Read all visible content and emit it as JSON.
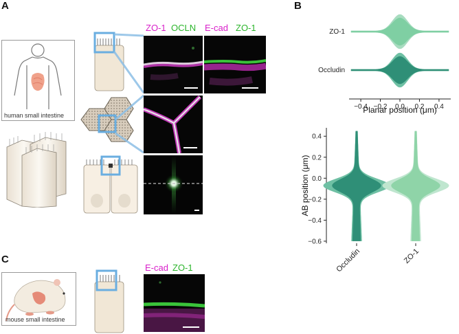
{
  "panels": {
    "A": "A",
    "B": "B",
    "C": "C"
  },
  "panelA": {
    "human_caption": "human small intestine",
    "top_labels": [
      {
        "text": "ZO-1",
        "color": "#d81fc9"
      },
      {
        "text": "OCLN",
        "color": "#2bb52b"
      },
      {
        "text": "E-cad",
        "color": "#d81fc9"
      },
      {
        "text": "ZO-1",
        "color": "#2bb52b"
      }
    ]
  },
  "panelC": {
    "mouse_caption": "mouse small intestine",
    "labels": [
      {
        "text": "E-cad",
        "color": "#d81fc9"
      },
      {
        "text": "ZO-1",
        "color": "#2bb52b"
      }
    ]
  },
  "colors": {
    "light_green": "#8fd4a8",
    "dark_teal": "#3a9a82",
    "magenta": "#d81fc9",
    "green": "#2bb52b",
    "highlight_box": "#6aaee0"
  },
  "chart_data": [
    {
      "type": "violin",
      "orientation": "horizontal",
      "categories": [
        "ZO-1",
        "Occludin"
      ],
      "xlabel": "Planar position (μm)",
      "xticks": [
        "−0.4",
        "−0.2",
        "0.0",
        "0.2",
        "0.4"
      ],
      "xtick_values": [
        -0.4,
        -0.2,
        0.0,
        0.2,
        0.4
      ],
      "xlim": [
        -0.52,
        0.52
      ],
      "series": [
        {
          "category": "ZO-1",
          "outer_color": "#a8dcc0",
          "inner_color": "#7fcfa3"
        },
        {
          "category": "Occludin",
          "outer_color": "#6fc0a4",
          "inner_color": "#2f8f77"
        }
      ]
    },
    {
      "type": "violin",
      "orientation": "vertical",
      "categories": [
        "Occludin",
        "ZO-1"
      ],
      "ylabel": "AB position (μm)",
      "yticks": [
        "0.4",
        "0.2",
        "0.0",
        "−0.2",
        "−0.4",
        "−0.6"
      ],
      "ytick_values": [
        0.4,
        0.2,
        0.0,
        -0.2,
        -0.4,
        -0.6
      ],
      "ylim": [
        -0.62,
        0.48
      ],
      "series": [
        {
          "category": "Occludin",
          "outer_color": "#6fc0a4",
          "inner_color": "#2f8f77"
        },
        {
          "category": "ZO-1",
          "outer_color": "#bfe6cf",
          "inner_color": "#8fd4a8"
        }
      ]
    }
  ]
}
